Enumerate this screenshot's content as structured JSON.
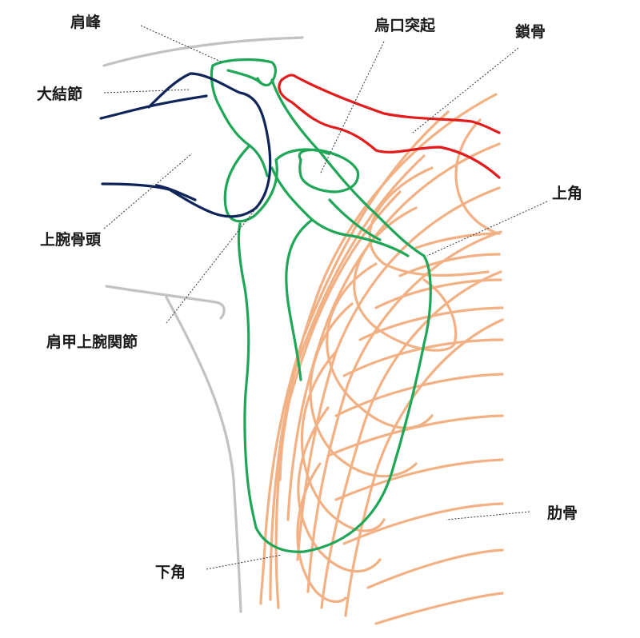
{
  "labels": {
    "acromion": "肩峰",
    "coracoid": "烏口突起",
    "clavicle": "鎖骨",
    "greater_tubercle": "大結節",
    "superior_angle": "上角",
    "humeral_head": "上腕骨頭",
    "glenohumeral_joint": "肩甲上腕関節",
    "ribs": "肋骨",
    "inferior_angle": "下角"
  },
  "colors": {
    "ribs": "#f2b184",
    "scapula": "#1fa757",
    "humerus": "#0f2559",
    "clavicle": "#e31b1b",
    "soft_tissue": "#c2c2c2"
  }
}
